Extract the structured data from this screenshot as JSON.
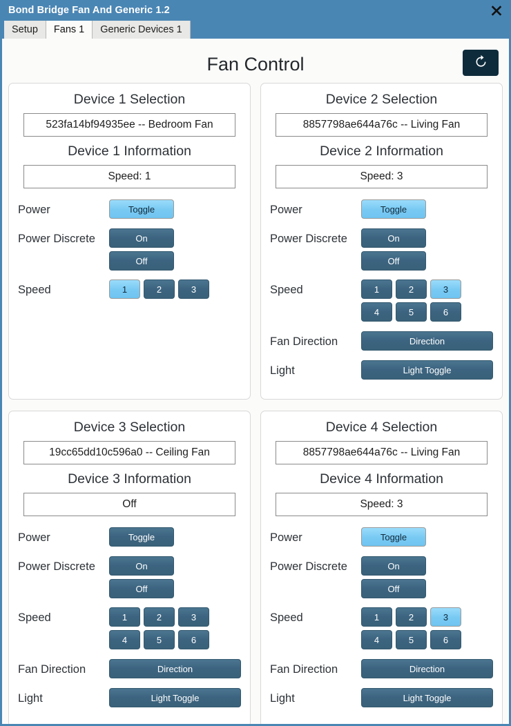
{
  "window": {
    "title": "Bond Bridge Fan And Generic 1.2",
    "close_icon": "close-icon"
  },
  "tabs": [
    {
      "label": "Setup",
      "active": false
    },
    {
      "label": "Fans 1",
      "active": true
    },
    {
      "label": "Generic Devices 1",
      "active": false
    }
  ],
  "header": {
    "title": "Fan Control",
    "refresh_icon": "refresh-icon"
  },
  "labels": {
    "power": "Power",
    "power_discrete": "Power Discrete",
    "speed": "Speed",
    "fan_direction": "Fan Direction",
    "light": "Light",
    "toggle": "Toggle",
    "on": "On",
    "off": "Off",
    "direction": "Direction",
    "light_toggle": "Light Toggle"
  },
  "colors": {
    "titlebar": "#4a86b4",
    "accent_active": "#79caf3",
    "button_inactive": "#3c6480",
    "refresh_button": "#0e2b3b",
    "content_bg": "#fbfbfa"
  },
  "devices": [
    {
      "selection_heading": "Device 1 Selection",
      "selection_value": "523fa14bf94935ee -- Bedroom Fan",
      "information_heading": "Device 1 Information",
      "information_value": "Speed: 1",
      "power_toggle_active": true,
      "speeds": [
        "1",
        "2",
        "3"
      ],
      "active_speed": "1",
      "has_direction": false,
      "has_light": false
    },
    {
      "selection_heading": "Device 2 Selection",
      "selection_value": "8857798ae644a76c -- Living Fan",
      "information_heading": "Device 2 Information",
      "information_value": "Speed: 3",
      "power_toggle_active": true,
      "speeds": [
        "1",
        "2",
        "3",
        "4",
        "5",
        "6"
      ],
      "active_speed": "3",
      "has_direction": true,
      "has_light": true
    },
    {
      "selection_heading": "Device 3 Selection",
      "selection_value": "19cc65dd10c596a0 -- Ceiling Fan",
      "information_heading": "Device 3 Information",
      "information_value": "Off",
      "power_toggle_active": false,
      "speeds": [
        "1",
        "2",
        "3",
        "4",
        "5",
        "6"
      ],
      "active_speed": null,
      "has_direction": true,
      "has_light": true
    },
    {
      "selection_heading": "Device 4 Selection",
      "selection_value": "8857798ae644a76c -- Living Fan",
      "information_heading": "Device 4 Information",
      "information_value": "Speed: 3",
      "power_toggle_active": true,
      "speeds": [
        "1",
        "2",
        "3",
        "4",
        "5",
        "6"
      ],
      "active_speed": "3",
      "has_direction": true,
      "has_light": true
    }
  ]
}
